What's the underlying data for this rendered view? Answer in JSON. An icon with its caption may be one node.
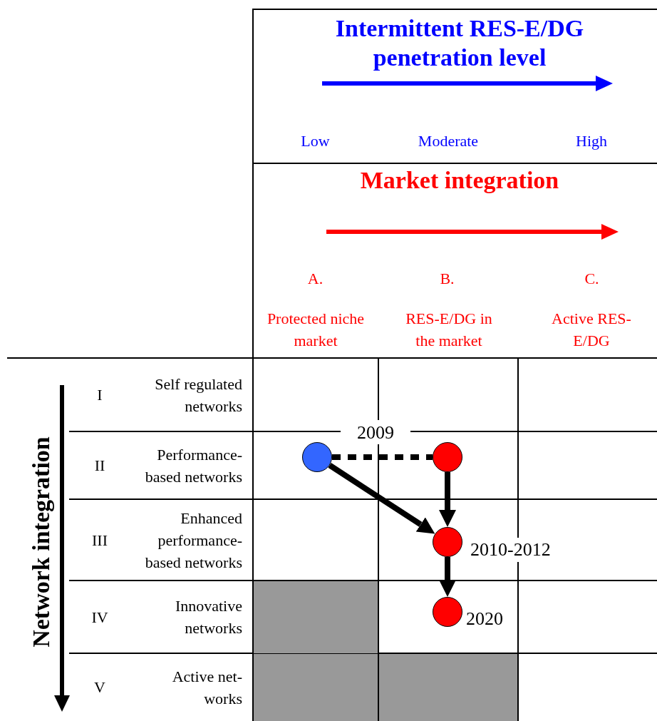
{
  "diagram": {
    "nodes": [
      {
        "text": [],
        "shape": "circle"
      },
      {
        "text": [],
        "shape": "circle"
      },
      {
        "text": [],
        "shape": "circle",
        "beside": [
          "2010-2012"
        ]
      },
      {
        "text": [],
        "shape": "circle",
        "beside": [
          "2020"
        ]
      }
    ],
    "edges": [
      {
        "from": 0,
        "to": 1,
        "arrow": "none",
        "style": "dashed"
      },
      {
        "from": 0,
        "to": 2,
        "arrow": "to"
      },
      {
        "from": 1,
        "to": 2,
        "arrow": "to"
      },
      {
        "from": 2,
        "to": 3,
        "arrow": "to"
      }
    ],
    "labels": [
      "Intermittent RES-E/DG penetration level",
      "Low",
      "Moderate",
      "High",
      "Market integration",
      "A.",
      "B.",
      "C.",
      "Protected niche market",
      "RES-E/DG in the market",
      "Active RES-E/DG",
      "I",
      "Self regulated networks",
      "2009",
      "II",
      "Performance-based networks",
      "III",
      "Enhanced performance-based networks",
      "IV",
      "Innovative networks",
      "V",
      "Active net-works",
      "Network integration"
    ]
  }
}
